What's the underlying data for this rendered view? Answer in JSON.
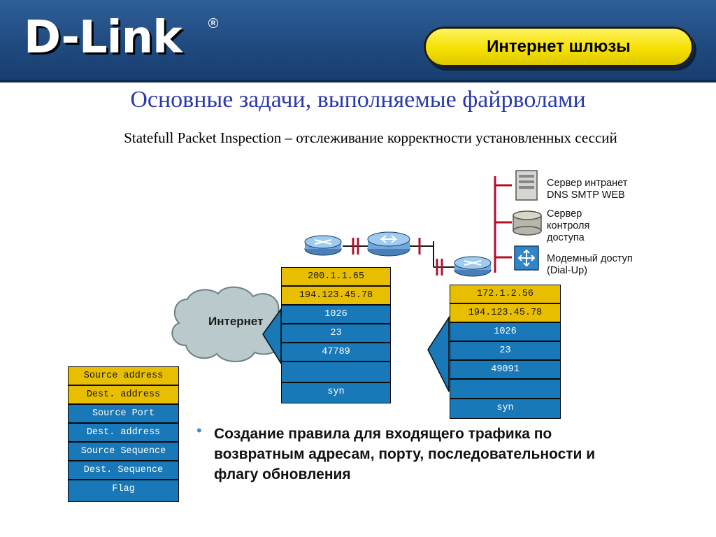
{
  "header": {
    "logo_text": "D-Link",
    "logo_reg": "R",
    "badge_text": "Интернет шлюзы",
    "accent_blue": "#1f4a80",
    "badge_yellow": "#f6e000"
  },
  "slide": {
    "title": "Основные задачи, выполняемые файрволами",
    "subtitle": "Statefull Packet Inspection – отслеживание корректности установленных сессий"
  },
  "diagram": {
    "cloud_label": "Интернет",
    "servers": [
      {
        "label": "Сервер интранет\nDNS SMTP WEB",
        "icon": "server-tower-icon"
      },
      {
        "label": "Сервер\nконтроля\nдоступа",
        "icon": "database-icon"
      },
      {
        "label": "Модемный доступ\n(Dial-Up)",
        "icon": "switch-icon"
      }
    ],
    "legend": [
      {
        "text": "Source address",
        "color": "yellow"
      },
      {
        "text": "Dest. address",
        "color": "yellow"
      },
      {
        "text": "Source Port",
        "color": "blue"
      },
      {
        "text": "Dest. address",
        "color": "blue"
      },
      {
        "text": "Source Sequence",
        "color": "blue"
      },
      {
        "text": "Dest. Sequence",
        "color": "blue"
      },
      {
        "text": "Flag",
        "color": "blue"
      }
    ],
    "packet_left": [
      "200.1.1.65",
      "194.123.45.78",
      "1026",
      "23",
      "47789",
      "",
      "syn"
    ],
    "packet_right": [
      "172.1.2.56",
      "194.123.45.78",
      "1026",
      "23",
      "49091",
      "",
      "syn"
    ]
  },
  "bullet": {
    "text": "Создание правила для входящего трафика по возвратным адресам, порту, последовательности и флагу обновления"
  }
}
